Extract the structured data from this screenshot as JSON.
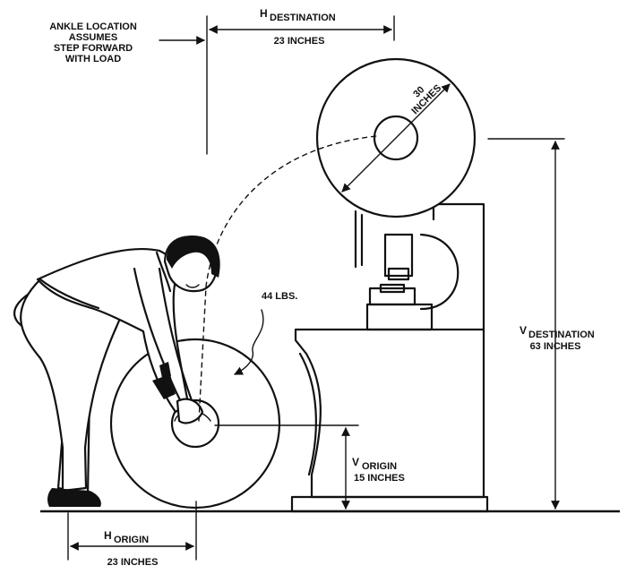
{
  "labels": {
    "ankle_line1": "ANKLE LOCATION",
    "ankle_line2": "ASSUMES",
    "ankle_line3": "STEP FORWARD",
    "ankle_line4": "WITH LOAD",
    "h_dest_letter": "H",
    "h_dest_sub": "DESTINATION",
    "h_dest_value": "23 INCHES",
    "diameter_line1": "30",
    "diameter_line2": "INCHES",
    "weight": "44 LBS.",
    "v_dest_letter": "V",
    "v_dest_sub": "DESTINATION",
    "v_dest_value": "63 INCHES",
    "v_origin_letter": "V",
    "v_origin_sub": "ORIGIN",
    "v_origin_value": "15 INCHES",
    "h_origin_letter": "H",
    "h_origin_sub": "ORIGIN",
    "h_origin_value": "23 INCHES"
  },
  "colors": {
    "ink": "#111111",
    "paper": "#ffffff"
  }
}
